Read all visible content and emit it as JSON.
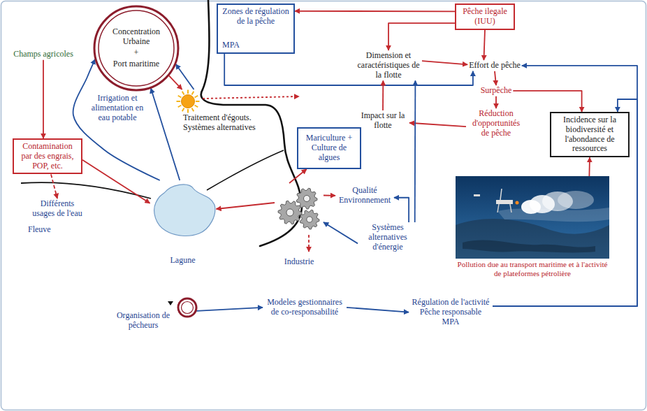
{
  "diagram": {
    "nodes": [
      {
        "text": [
          "Concentration Urbaine",
          "+",
          "Port maritime"
        ]
      },
      {
        "text": [
          "Zones de régulation de la pêche",
          "MPA"
        ]
      },
      {
        "text": [
          "Pêche ilegale (IUU)"
        ]
      },
      {
        "text": [
          "Dimension et caractéristiques de la flotte"
        ]
      },
      {
        "text": [
          "Effort de pêche"
        ]
      },
      {
        "text": [
          "Champs agricoles"
        ]
      },
      {
        "text": [
          "Traitement d'égouts. Systèmes alternatives"
        ]
      },
      {
        "text": [
          "Surpêche"
        ]
      },
      {
        "text": [
          "Impact sur la flotte"
        ]
      },
      {
        "text": [
          "Réduction d'opportunités de pêche"
        ]
      },
      {
        "text": [
          "Incidence sur la biodiversité et l'abondance de ressources"
        ]
      },
      {
        "text": [
          "Contamination par des engrais, POP, etc."
        ]
      },
      {
        "text": [
          "Mariculture + Culture de algues"
        ]
      },
      {
        "text": [
          "Différents usages de l'eau"
        ]
      },
      {
        "text": [
          "Qualité Environnement"
        ]
      },
      {
        "text": [
          "Lagune"
        ]
      },
      {
        "text": [
          "Industrie"
        ]
      },
      {
        "text": [
          "Systèmes alternatives d'énergie"
        ]
      },
      {
        "text": [
          "Pollution due au transport maritime et à l'activité de plateformes pétrolière"
        ]
      },
      {
        "text": [
          "Organisation de pêcheurs"
        ]
      },
      {
        "text": [
          "Modeles gestionnaires de co-responsabilité"
        ]
      },
      {
        "text": [
          "Régulation de l'activité Pêche responsable MPA"
        ]
      }
    ],
    "edges": [
      {
        "from": 2,
        "to": 1,
        "arrow": "to"
      },
      {
        "from": 2,
        "to": 4,
        "arrow": "to"
      },
      {
        "from": 2,
        "to": 3,
        "arrow": "to"
      },
      {
        "from": 3,
        "to": 4,
        "arrow": "to"
      },
      {
        "from": 1,
        "to": 4,
        "arrow": "to"
      },
      {
        "from": 8,
        "to": 3,
        "arrow": "to"
      },
      {
        "from": 4,
        "to": 7,
        "arrow": "to"
      },
      {
        "from": 7,
        "to": 9,
        "arrow": "to"
      },
      {
        "from": 7,
        "to": 10,
        "arrow": "to"
      },
      {
        "from": 9,
        "to": 8,
        "arrow": "to"
      },
      {
        "from": 18,
        "to": 10,
        "arrow": "to"
      },
      {
        "from": 21,
        "to": 4,
        "arrow": "to"
      },
      {
        "from": 21,
        "to": 10,
        "arrow": "to"
      },
      {
        "from": 0,
        "to": 6,
        "arrow": "to"
      },
      {
        "from": 6,
        "to": 0,
        "arrow": "to"
      },
      {
        "from": 15,
        "to": 0,
        "label": "Irrigation et alimentation en eau potable",
        "arrow": "to"
      },
      {
        "from": 15,
        "to": 0,
        "arrow": "to"
      },
      {
        "from": 5,
        "to": 11,
        "arrow": "to"
      },
      {
        "from": 11,
        "to": 15,
        "arrow": "to"
      },
      {
        "from": 11,
        "to": 13,
        "arrow": "to"
      },
      {
        "from": 16,
        "to": 12,
        "arrow": "to"
      },
      {
        "from": 16,
        "to": 15,
        "arrow": "to"
      },
      {
        "from": 16,
        "to": 14,
        "arrow": "to"
      },
      {
        "from": 17,
        "to": 14,
        "arrow": "to"
      },
      {
        "from": 17,
        "to": 3,
        "arrow": "to"
      },
      {
        "from": 17,
        "to": 16,
        "arrow": "to"
      },
      {
        "from": 19,
        "to": 20,
        "arrow": "to"
      },
      {
        "from": 20,
        "to": 21,
        "arrow": "to"
      }
    ],
    "labels": [
      "Fleuve"
    ]
  }
}
